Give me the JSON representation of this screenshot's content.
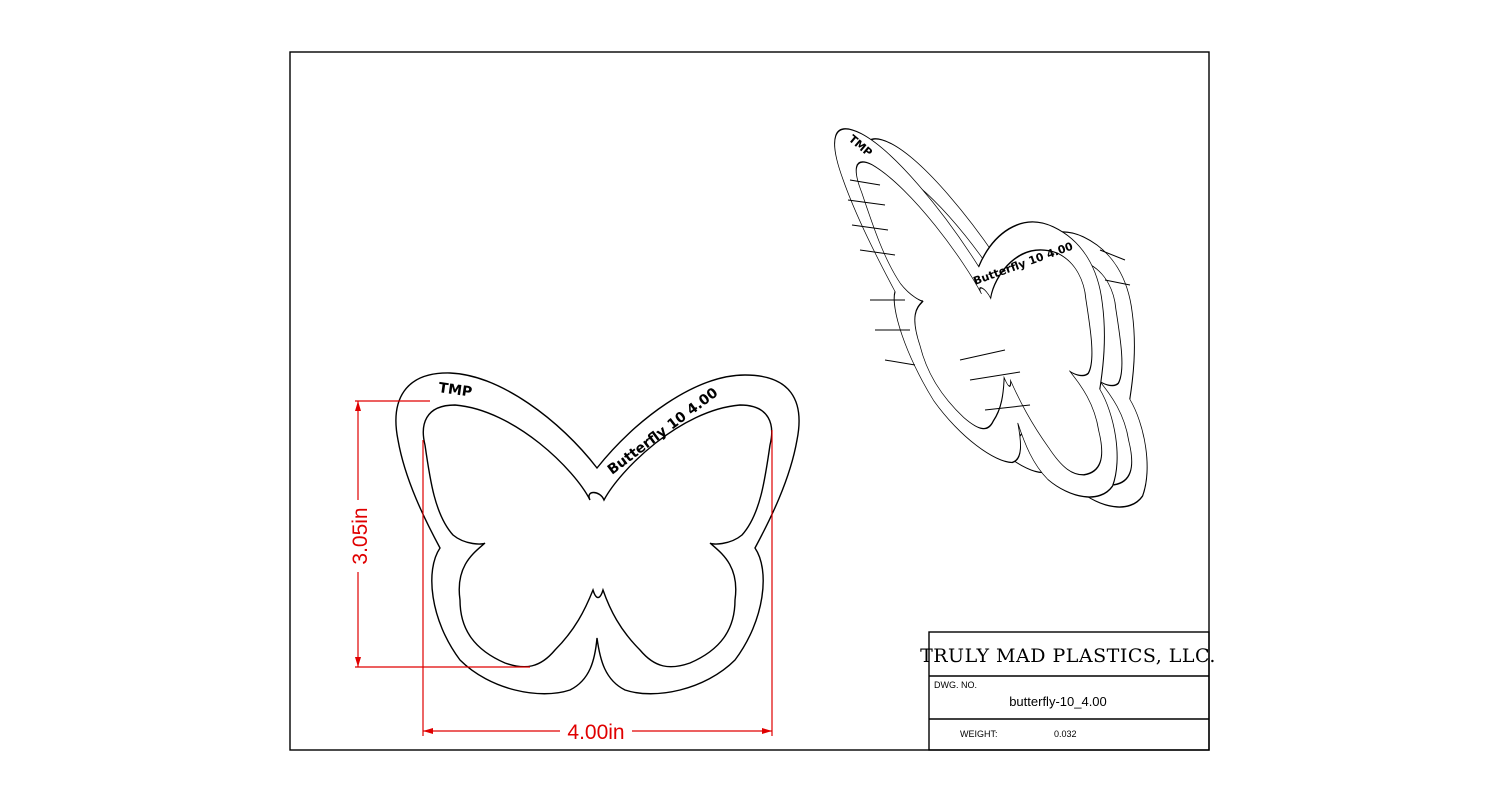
{
  "drawing": {
    "front_view": {
      "engraving_logo": "TMP",
      "engraving_label": "Butterfly 10  4.00"
    },
    "iso_view": {
      "engraving_logo": "TMP",
      "engraving_label": "Butterfly 10  4.00"
    },
    "dimensions": {
      "height": "3.05in",
      "width": "4.00in"
    },
    "dimension_color": "#e00000"
  },
  "title_block": {
    "company": "TRULY MAD PLASTICS, LLC.",
    "dwg_no_label": "DWG.  NO.",
    "dwg_no": "butterfly-10_4.00",
    "weight_label": "WEIGHT:",
    "weight": "0.032"
  }
}
